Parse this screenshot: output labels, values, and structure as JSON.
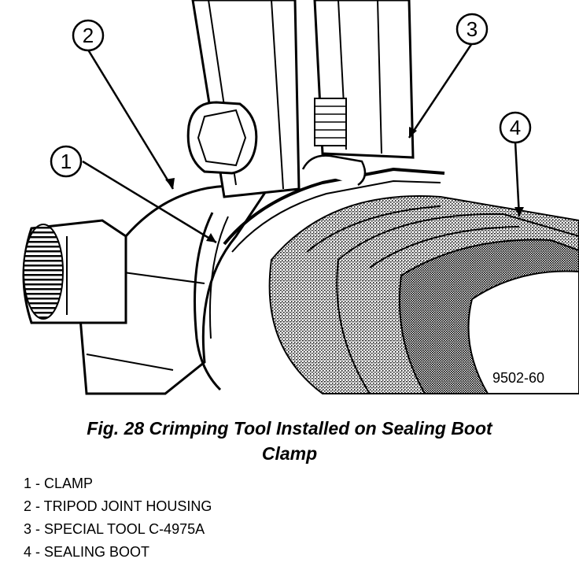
{
  "figure": {
    "caption_line_1": "Fig. 28 Crimping Tool Installed on Sealing Boot",
    "caption_line_2": "Clamp",
    "figure_id": "9502-60"
  },
  "callouts": [
    {
      "number": "1"
    },
    {
      "number": "2"
    },
    {
      "number": "3"
    },
    {
      "number": "4"
    }
  ],
  "legend": [
    {
      "text": "1 - CLAMP"
    },
    {
      "text": "2 - TRIPOD JOINT HOUSING"
    },
    {
      "text": "3 - SPECIAL TOOL C-4975A"
    },
    {
      "text": "4 - SEALING BOOT"
    }
  ]
}
